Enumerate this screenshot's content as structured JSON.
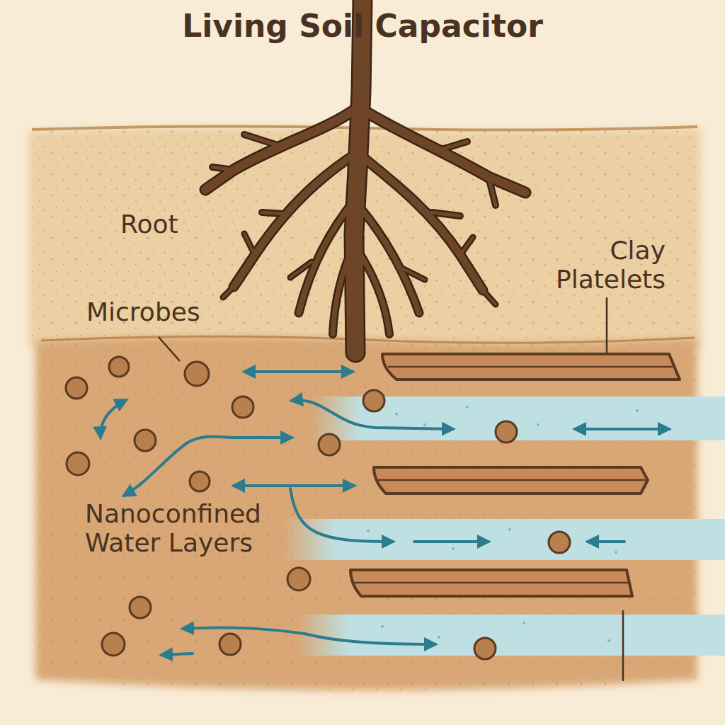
{
  "diagram": {
    "title": "Living Soil Capacitor",
    "labels": [
      "Root",
      "Microbes",
      "Clay Platelets",
      "Nanoconfined Water Layers"
    ]
  }
}
